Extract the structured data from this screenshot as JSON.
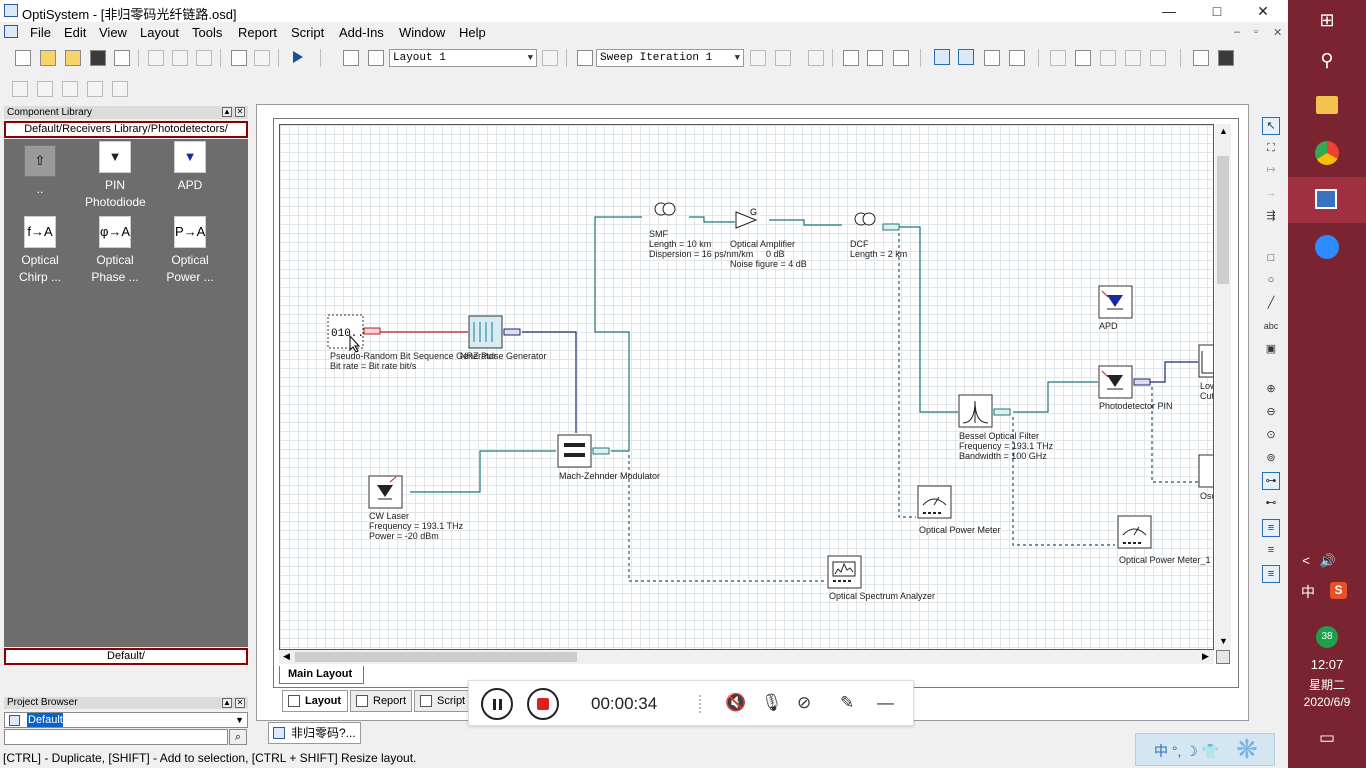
{
  "window": {
    "title": "OptiSystem - [非归零码光纤链路.osd]",
    "min": "—",
    "max": "□",
    "close": "✕",
    "mdi_min": "–",
    "mdi_max": "▫",
    "mdi_close": "✕"
  },
  "menu": [
    "File",
    "Edit",
    "View",
    "Layout",
    "Tools",
    "Report",
    "Script",
    "Add-Ins",
    "Window",
    "Help"
  ],
  "toolbar": {
    "layout_combo": "Layout 1",
    "sweep_combo": "Sweep Iteration 1",
    "dropdown_arrow": "▼"
  },
  "component_library": {
    "header": "Component Library",
    "path": "Default/Receivers Library/Photodetectors/",
    "items": [
      {
        "label": "..",
        "icon": "up-folder-icon",
        "glyph": "⇧"
      },
      {
        "label": "PIN Photodiode",
        "icon": "pin-photodiode-icon",
        "glyph": "▼"
      },
      {
        "label": "APD",
        "icon": "apd-icon",
        "glyph": "▼"
      },
      {
        "label": "Optical Chirp ...",
        "icon": "chirp-icon",
        "glyph": "f→A"
      },
      {
        "label": "Optical Phase ...",
        "icon": "phase-icon",
        "glyph": "φ→A"
      },
      {
        "label": "Optical Power ...",
        "icon": "power-icon",
        "glyph": "P→A"
      }
    ],
    "footer": "Default/"
  },
  "project_browser": {
    "header": "Project Browser",
    "selected": "Default"
  },
  "panel_btn": {
    "pin": "▲",
    "close": "✕"
  },
  "canvas": {
    "blocks": {
      "prbs": {
        "text": "010..",
        "label1": "Pseudo-Random Bit Sequence Generator",
        "label2": "Bit rate = Bit rate  bit/s"
      },
      "nrz": {
        "label": "NRZ Pulse Generator"
      },
      "cw": {
        "label1": "CW Laser",
        "label2": "Frequency = 193.1  THz",
        "label3": "Power = -20  dBm"
      },
      "mzm": {
        "label": "Mach-Zehnder Modulator"
      },
      "smf": {
        "label1": "SMF",
        "label2": "Length = 10  km",
        "label3": "Dispersion = 16  ps/nm/km"
      },
      "amp": {
        "glyph": "G",
        "label1": "Optical Amplifier",
        "label2": "0  dB",
        "label3": "Noise figure = 4  dB"
      },
      "dcf": {
        "label1": "DCF",
        "label2": "Length = 2  km"
      },
      "bof": {
        "label1": "Bessel Optical Filter",
        "label2": "Frequency = 193.1  THz",
        "label3": "Bandwidth = 100  GHz"
      },
      "apd": {
        "label": "APD"
      },
      "pin": {
        "label": "Photodetector PIN"
      },
      "lpf": {
        "label1": "Low",
        "label2": "Cut"
      },
      "osc": {
        "label": "Osc"
      },
      "opm": {
        "label": "Optical Power Meter"
      },
      "opm1": {
        "label": "Optical Power Meter_1"
      },
      "osa": {
        "label": "Optical Spectrum Analyzer"
      }
    },
    "main_tab": "Main Layout"
  },
  "bottom_tabs": [
    "Layout",
    "Report",
    "Script"
  ],
  "doc_tab": "非归零码?...",
  "recorder": {
    "time": "00:00:34",
    "mute": "🔇",
    "pen": "✎",
    "minimize": "—"
  },
  "statusbar": "[CTRL] - Duplicate, [SHIFT] - Add to selection, [CTRL + SHIFT] Resize layout.",
  "ime": {
    "text": "中 °, ☽ 👕"
  },
  "taskbar": {
    "time": "12:07",
    "weekday": "星期二",
    "date": "2020/6/9",
    "badge": "38",
    "ime": "中",
    "sougou": "S",
    "arrow": "<",
    "volume": "🔊"
  }
}
